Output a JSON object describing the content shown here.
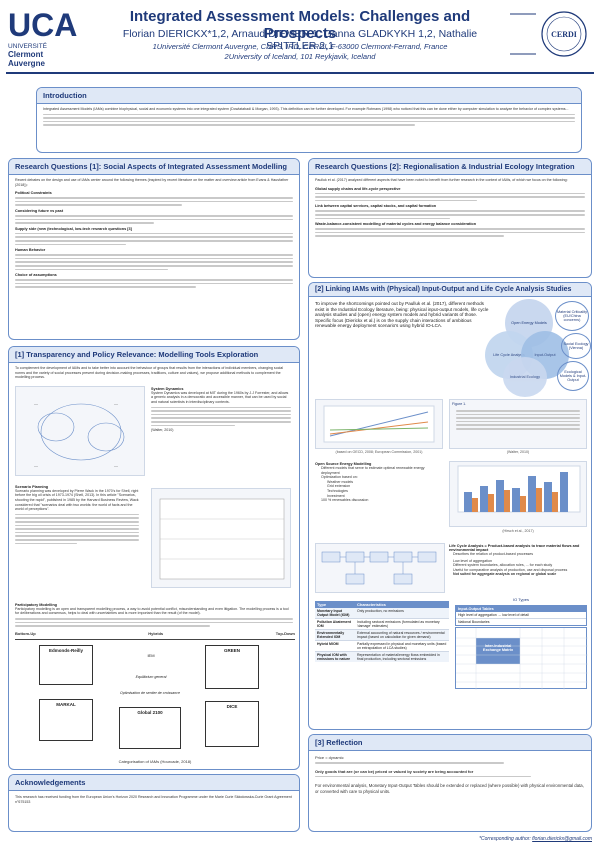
{
  "header": {
    "title": "Integrated Assessment Models: Challenges and Prospects",
    "authors": "Florian DIERICKX*1,2, Arnaud DIEMER 1, Ganna GLADKYKH 1,2, Nathalie SPITTLER 2,1",
    "affiliation1": "1Université Clermont Auvergne, CNRS, IRD, CERDI, F-63000 Clermont-Ferrand, France",
    "affiliation2": "2University of Iceland, 101 Reykjavik, Iceland",
    "logo_left_text": "UNIVERSITÉ Clermont Auvergne",
    "logo_left_mark": "UCA",
    "logo_right_text": "CERDI"
  },
  "intro": {
    "title": "Introduction",
    "text": "Integrated Assessment Models (IAMs) combine biophysical, social and economic systems into one integrated system (Dowlatabadi & Morgan, 1993). This definition can be further developed. For example Rotmans (1998) who noticed that this can be done either by computer simulation to analyze the behavior of complex systems..."
  },
  "rq1": {
    "title": "Research Questions [1]: Social Aspects of Integrated Assessment Modelling",
    "intro": "Recent debates on the design and use of IAMs center around the following themes (inspired by recent literature on the matter and overview article from Evans & Hausfather (2018)):",
    "items": [
      "Political Constraints",
      "Considering future vs past",
      "Supply side (new (technological, low-tech research questions [3]",
      "Human Behavior",
      "Choice of assumptions"
    ]
  },
  "rq2": {
    "title": "Research Questions [2]: Regionalisation & Industrial Ecology Integration",
    "intro": "Paulluk et al. (2017) analyzed different aspects that have been noted to benefit from further research in the context of IAMs, of which we focus on the following:",
    "items": [
      "Global supply chains and life-cycle perspective",
      "Link between capital services, capital stocks, and capital formation",
      "Waste-balance-consistent modelling of material cycles and energy balance consideration"
    ]
  },
  "link": {
    "title": "[2] Linking IAMs with (Physical) Input-Output and Life Cycle Analysis Studies",
    "text": "To improve the shortcomings pointed out by Paulluk et al. (2017), different methods exist in the Industrial Ecology literature, being: physical input-output models, life cycle analysis studies and (open) energy system models and hybrid variants of those. Specific focus (Dierickx et al.) is on the supply chain interactions of ambitious renewable energy deployment scenario's using hybrid IO-LCA.",
    "circles": {
      "center": "Input-Output",
      "top": "Open Energy Models",
      "left": "Life Cycle Analysis",
      "bottom": "Industrial Ecology",
      "right_top": "Material Criticality (EU/China concerns)",
      "right_mid": "Social Ecology (Vienna)",
      "right_bottom": "Ecological Models & Input-Output"
    },
    "source1": "(based on OECD, 2008; European Commission, 2001)",
    "source2": "(Walter, 2010)",
    "figure_caption": "Figure 1.",
    "bullets_title": "Open Source Energy Modelling",
    "bullets": [
      "Different models that serve to estimate optimal renewable energy deployment",
      "Optimization based on:",
      "Weather models",
      "Grid extension",
      "Technologies",
      "Investment",
      "100 % renewables discussion"
    ],
    "source3": "(Hirsch et al., 2017)",
    "lca_title": "Life Cycle Analysis = Product-based analysis to trace material flows and environmental impact",
    "lca_points": [
      "Describes the relation of product-based processes",
      "Low level of aggregation",
      "Different system boundaries, allocation rules, ... for each study",
      "Useful for comparative analysis of production, use and disposal process",
      "Not suited for aggregate analysis on regional or global scale"
    ],
    "table_headers": [
      "Type",
      "Characteristics"
    ],
    "table_rows": [
      [
        "Monetary Input Output Model (IOM)",
        "Only production, no emissions"
      ],
      [
        "Pollution Abatement IOM",
        "Including sectoral emissions (formulated as monetary 'damage' estimates)"
      ],
      [
        "Environmentally Extended IOM",
        "External accounting of natural resources / environmental impact (based on calculation for given demand)"
      ],
      [
        "Hybrid MIOM",
        "Partially expressed in physical and monetary units (based on extrapolation of LCA studies)"
      ],
      [
        "Physical IOM with emissions to nature",
        "Representation of material/energy flows embedded in final production, including sectoral emissions"
      ]
    ],
    "io_types_label": "IO Types",
    "io_table_title": "Input-Output Tables",
    "io_table_rows": [
      "High level of aggregation → low level of detail",
      "National Boundaries"
    ],
    "io_inner_label": "Inter-Industrial Exchange Matrix"
  },
  "trans": {
    "title": "[1] Transparency and Policy Relevance: Modelling Tools Exploration",
    "intro": "To complement the development of IAMs and to take better into account the behaviour of groups that results from the interactions of individual members, changing social norms and the variety of social processes present during decision-making processes, traditions, culture and values), we propose additional methods to complement the modelling process.",
    "sd_title": "System Dynamics",
    "sd_text": "System Dynamics was developed at MIT during the 1960s by J.J Forrester, and allows a generic analysis in a democratic and accessible manner, that can be used by social and natural scientists in interdisciplinary contexts.",
    "sd_source": "(Walter, 2010)",
    "sp_title": "Scenario Planning",
    "sp_text": "Scenario planning was developed by Pierre Wack in the 1970's for Shell, right before the big oil crisis of 1973-1974 (Shell, 2013). In this article \"Scenarios, shooting the rapid\", published in 1985 by the Harvard Business Review, Wack considered that \"scenarios deal with two worlds: the world of facts and the world of perceptions\".",
    "pm_title": "Participatory Modelling",
    "pm_text": "Participatory modelling is an open and transparent modelling process, a way to avoid potential conflict, misunderstanding and even litigation. The modelling process is a tool for deliberations and consensus, helps to deal with uncertainties and is more important than the result (of the model).",
    "diagram_headers": [
      "Bottom-Up",
      "Hybrids",
      "Top-Down"
    ],
    "diagram_boxes": [
      "Edmonds-Reilly",
      "GREEN",
      "MARKAL",
      "Global 2100",
      "DICE"
    ],
    "diagram_caption": "Categorisation of IAMs (Hourcade, 2018)",
    "diagram_mid_labels": [
      "IEM",
      "Equilibrium general",
      "Optimisation de sentier de croissance"
    ]
  },
  "refl": {
    "title": "[3] Reflection",
    "points": [
      "Price = dynamic",
      "Only goods that are (or can be) priced or valued by society are being accounted for",
      "For environmental analysis, Monetary Input-Output Tables should be extended or replaced (where possible) with physical environmental data, or converted with care to physical units."
    ]
  },
  "ack": {
    "title": "Acknowledgements",
    "text": "This research has received funding from the European Union's Horizon 2020 Research and Innovation Programme under the Marie Curie Skłodowska-Curie Grant Agreement n°675153"
  },
  "footer": {
    "corresponding_label": "*Corresponding author:",
    "email": "florian.dierickx@gmail.com"
  },
  "colors": {
    "accent": "#1f3a7a",
    "box_border": "#6b8fc9",
    "box_header": "#dfe8f6"
  }
}
